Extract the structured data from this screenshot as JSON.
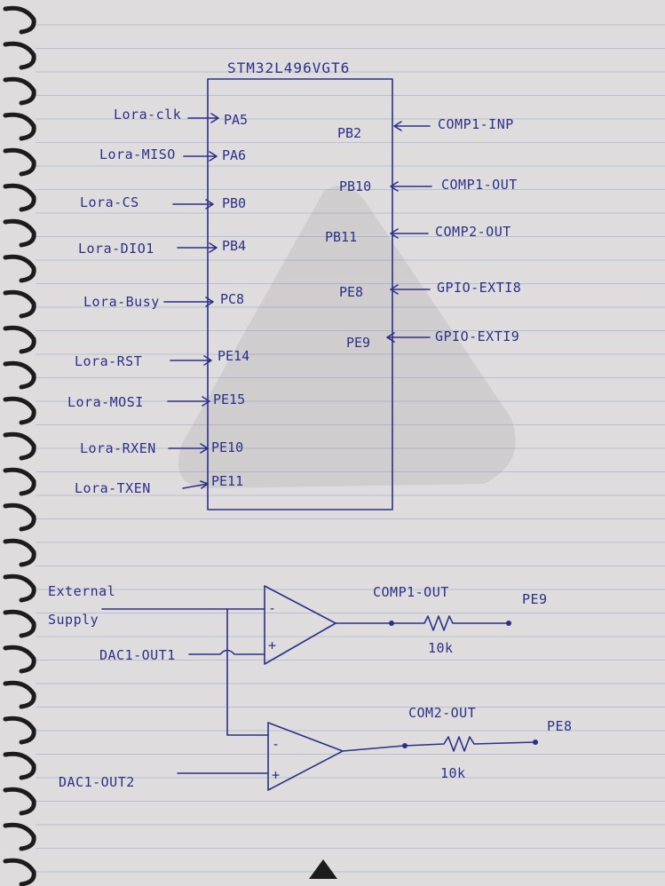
{
  "chip": {
    "name": "STM32L496VGT6",
    "left_pins": [
      {
        "signal": "Lora-clk",
        "pin": "PA5"
      },
      {
        "signal": "Lora-MISO",
        "pin": "PA6"
      },
      {
        "signal": "Lora-CS",
        "pin": "PB0"
      },
      {
        "signal": "Lora-DIO1",
        "pin": "PB4"
      },
      {
        "signal": "Lora-Busy",
        "pin": "PC8"
      },
      {
        "signal": "Lora-RST",
        "pin": "PE14"
      },
      {
        "signal": "Lora-MOSI",
        "pin": "PE15"
      },
      {
        "signal": "Lora-RXEN",
        "pin": "PE10"
      },
      {
        "signal": "Lora-TXEN",
        "pin": "PE11"
      }
    ],
    "right_pins": [
      {
        "pin": "PB2",
        "signal": "COMP1-INP"
      },
      {
        "pin": "PB10",
        "signal": "COMP1-OUT"
      },
      {
        "pin": "PB11",
        "signal": "COMP2-OUT"
      },
      {
        "pin": "PE8",
        "signal": "GPIO-EXTI8"
      },
      {
        "pin": "PE9",
        "signal": "GPIO-EXTI9"
      }
    ]
  },
  "circuit": {
    "external_supply_line1": "External",
    "external_supply_line2": "Supply",
    "dac_out1": "DAC1-OUT1",
    "dac_out2": "DAC1-OUT2",
    "comp1": {
      "out_label": "COMP1-OUT",
      "resistor": "10k",
      "pin": "PE9",
      "minus": "-",
      "plus": "+"
    },
    "comp2": {
      "out_label": "COM2-OUT",
      "resistor": "10k",
      "pin": "PE8",
      "minus": "-",
      "plus": "+"
    }
  },
  "colors": {
    "ink": "#2d2f8a",
    "paper": "#dedcdd",
    "rule": "#b9bfd0",
    "ring": "#1c1c1c"
  },
  "icons": [
    "spiral-binding-icon",
    "watermark-logo-icon",
    "op-amp-icon",
    "resistor-icon",
    "arrow-icon"
  ]
}
